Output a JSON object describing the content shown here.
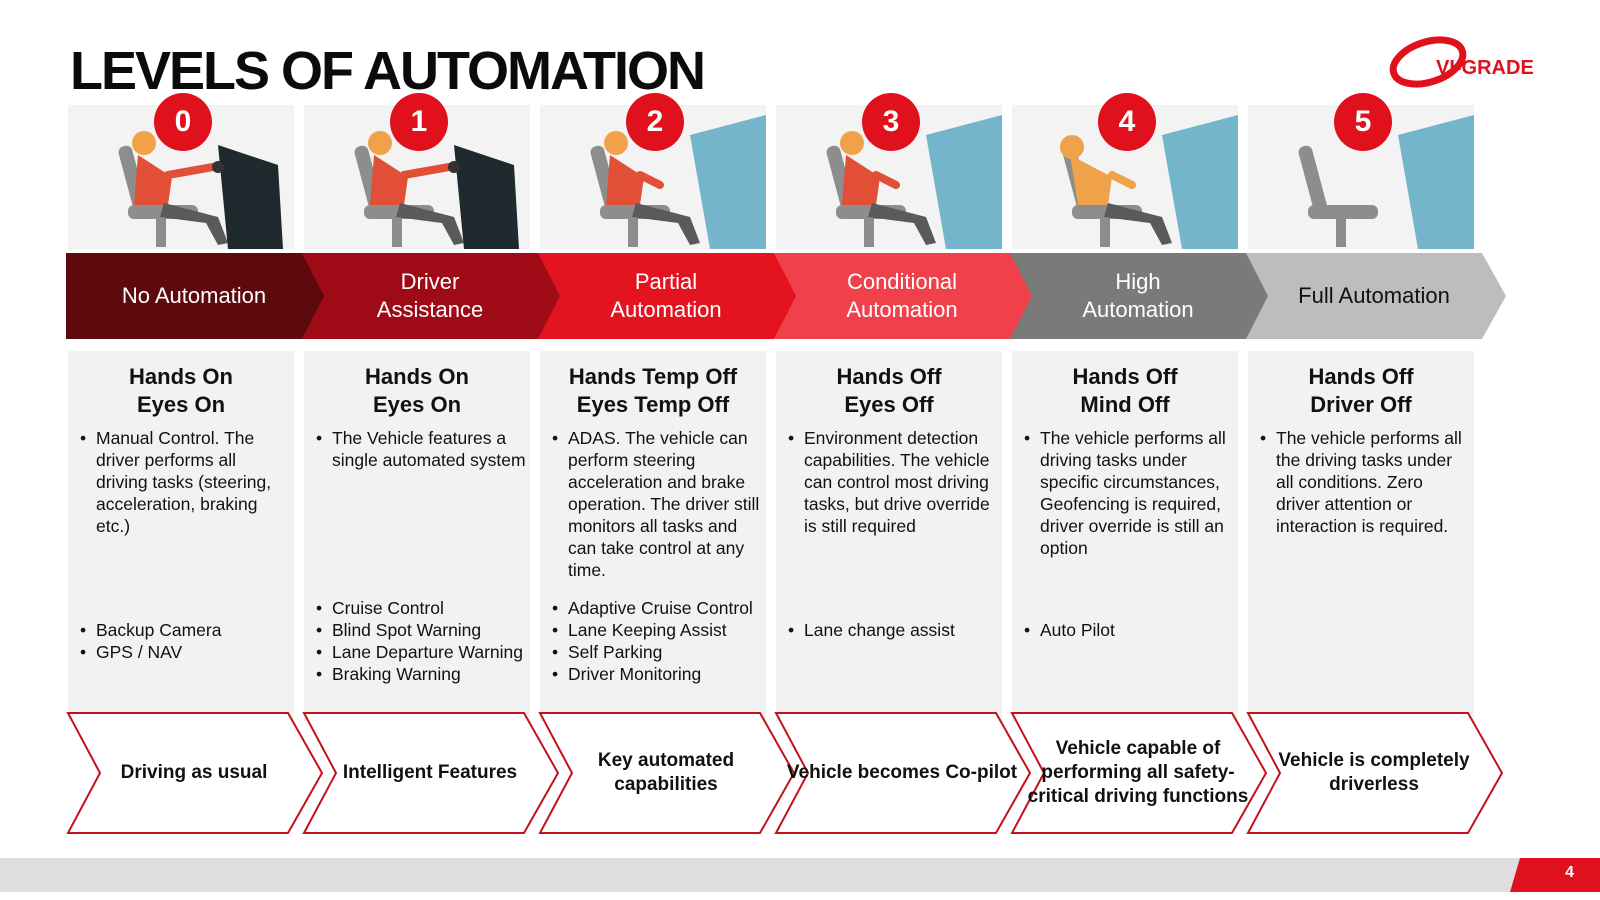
{
  "title": "LEVELS OF AUTOMATION",
  "logo": {
    "text": "VI-GRADE",
    "color": "#e0101d"
  },
  "page_number": "4",
  "levels": [
    {
      "number": "0",
      "name": "No Automation",
      "heading_line1": "Hands On",
      "heading_line2": "Eyes On",
      "description": [
        "Manual Control.  The driver performs all driving tasks (steering, acceleration, braking etc.)"
      ],
      "features": [
        "Backup Camera",
        "GPS / NAV"
      ],
      "outcome": "Driving as usual",
      "color": "#5c0a0e",
      "icon": "driver-hands-on-icon"
    },
    {
      "number": "1",
      "name": "Driver Assistance",
      "heading_line1": "Hands On",
      "heading_line2": "Eyes On",
      "description": [
        "The Vehicle features a single automated system"
      ],
      "features": [
        "Cruise Control",
        "Blind Spot Warning",
        "Lane Departure Warning",
        "Braking Warning"
      ],
      "outcome": "Intelligent Features",
      "color": "#9e0b16",
      "icon": "driver-assist-icon"
    },
    {
      "number": "2",
      "name": "Partial Automation",
      "heading_line1": "Hands Temp Off",
      "heading_line2": "Eyes Temp Off",
      "description": [
        "ADAS. The vehicle can perform steering acceleration and brake operation.  The driver still monitors all tasks and can take control at any time."
      ],
      "features": [
        "Adaptive Cruise Control",
        "Lane Keeping Assist",
        "Self Parking",
        "Driver Monitoring"
      ],
      "outcome": "Key automated capabilities",
      "color": "#e3141f",
      "icon": "partial-automation-icon"
    },
    {
      "number": "3",
      "name": "Conditional Automation",
      "heading_line1": "Hands Off",
      "heading_line2": "Eyes Off",
      "description": [
        "Environment detection capabilities.  The vehicle can control most driving tasks, but drive override is still required"
      ],
      "features": [
        "Lane change assist"
      ],
      "outcome": "Vehicle becomes Co-pilot",
      "color": "#f0404b",
      "icon": "conditional-automation-icon"
    },
    {
      "number": "4",
      "name": "High Automation",
      "heading_line1": "Hands Off",
      "heading_line2": "Mind Off",
      "description": [
        "The vehicle performs all driving tasks under specific circumstances, Geofencing is required, driver override is still an option"
      ],
      "features": [
        "Auto Pilot"
      ],
      "outcome": "Vehicle capable of performing all safety-critical driving functions",
      "color": "#7a7a7a",
      "icon": "high-automation-icon"
    },
    {
      "number": "5",
      "name": "Full Automation",
      "heading_line1": "Hands Off",
      "heading_line2": "Driver Off",
      "description": [
        "The vehicle performs all the driving tasks under all conditions.  Zero driver attention or interaction is required."
      ],
      "features": [],
      "outcome": "Vehicle is completely driverless",
      "color": "#bdbdbd",
      "icon": "empty-seat-icon"
    }
  ]
}
